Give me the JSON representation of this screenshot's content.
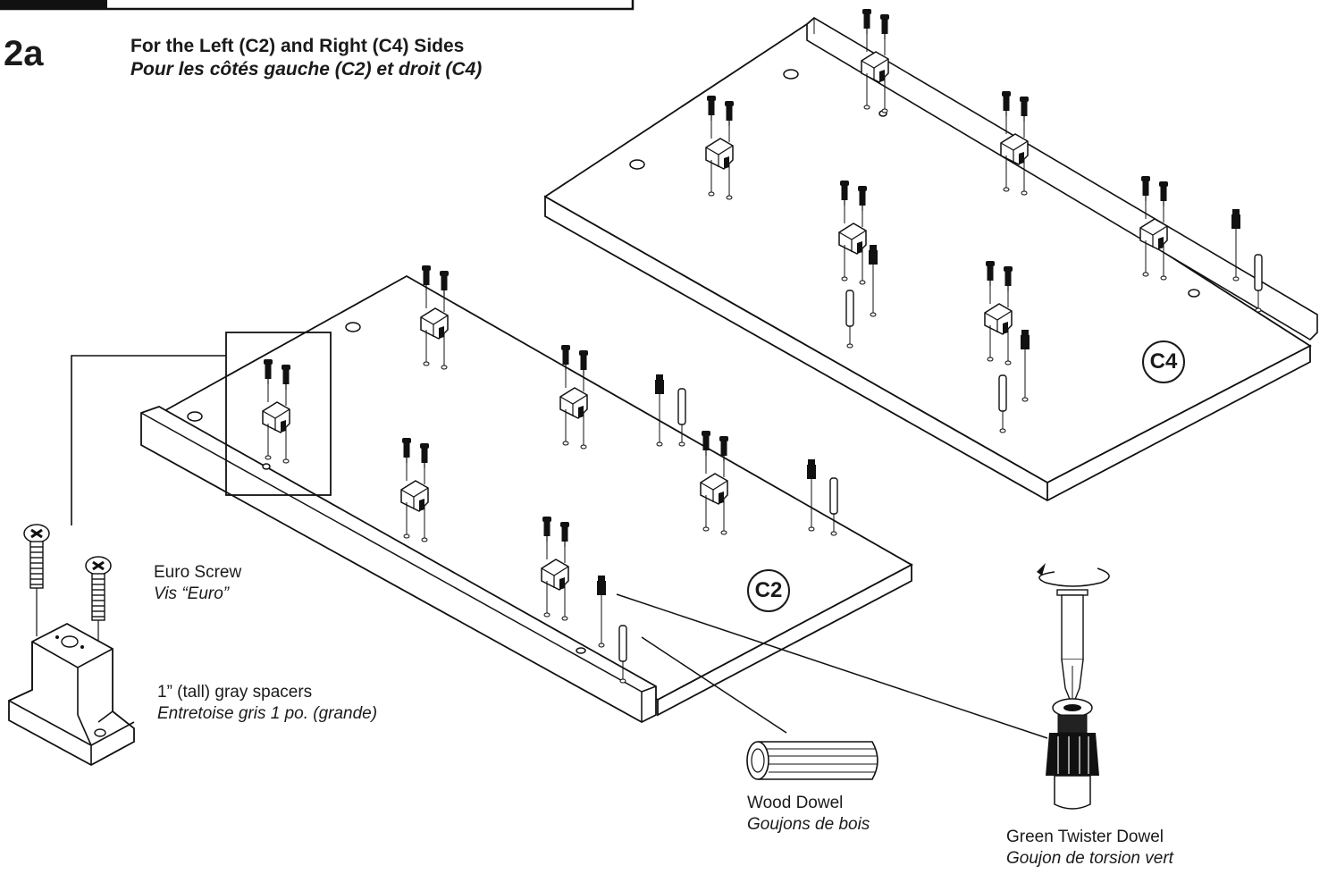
{
  "step": "2a",
  "heading": {
    "en": "For the Left (C2) and Right (C4) Sides",
    "fr": "Pour les côtés gauche (C2) et droit (C4)"
  },
  "panels": {
    "left": "C2",
    "right": "C4"
  },
  "parts": {
    "euro_screw": {
      "en": "Euro Screw",
      "fr": "Vis “Euro”"
    },
    "spacer": {
      "en": "1” (tall) gray spacers",
      "fr": "Entretoise gris 1 po. (grande)"
    },
    "wood_dowel": {
      "en": "Wood Dowel",
      "fr": "Goujons de bois"
    },
    "twister_dowel": {
      "en": "Green Twister Dowel",
      "fr": "Goujon de torsion vert"
    }
  }
}
